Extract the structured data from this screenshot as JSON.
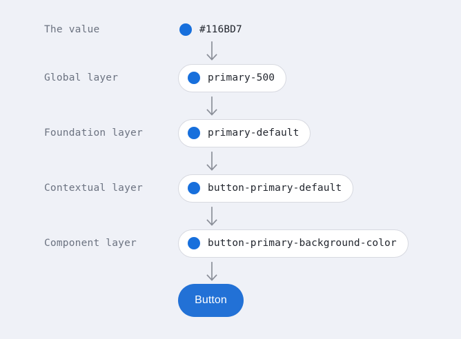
{
  "theme": {
    "background": "#eff1f7",
    "swatch_color": "#176fdc",
    "pill_background": "#ffffff",
    "pill_border": "#d7d9e0",
    "label_color": "#6b7280",
    "text_color": "#22262e",
    "button_background": "#2271d6",
    "button_text_color": "#ffffff",
    "arrow_color": "#8b8f99"
  },
  "flow": {
    "rows": [
      {
        "label": "The value",
        "node_type": "value",
        "swatch": "color-swatch-icon",
        "text": "#116BD7"
      },
      {
        "label": "Global layer",
        "node_type": "pill",
        "swatch": "color-swatch-icon",
        "text": "primary-500"
      },
      {
        "label": "Foundation layer",
        "node_type": "pill",
        "swatch": "color-swatch-icon",
        "text": "primary-default"
      },
      {
        "label": "Contextual layer",
        "node_type": "pill",
        "swatch": "color-swatch-icon",
        "text": "button-primary-default"
      },
      {
        "label": "Component layer",
        "node_type": "pill",
        "swatch": "color-swatch-icon",
        "text": "button-primary-background-color"
      }
    ],
    "arrows": [
      {
        "name": "arrow-value-to-global",
        "icon": "arrow-down-icon"
      },
      {
        "name": "arrow-global-to-foundation",
        "icon": "arrow-down-icon"
      },
      {
        "name": "arrow-foundation-to-contextual",
        "icon": "arrow-down-icon"
      },
      {
        "name": "arrow-contextual-to-component",
        "icon": "arrow-down-icon"
      },
      {
        "name": "arrow-component-to-button",
        "icon": "arrow-down-icon"
      }
    ],
    "result": {
      "label": "Button"
    }
  }
}
